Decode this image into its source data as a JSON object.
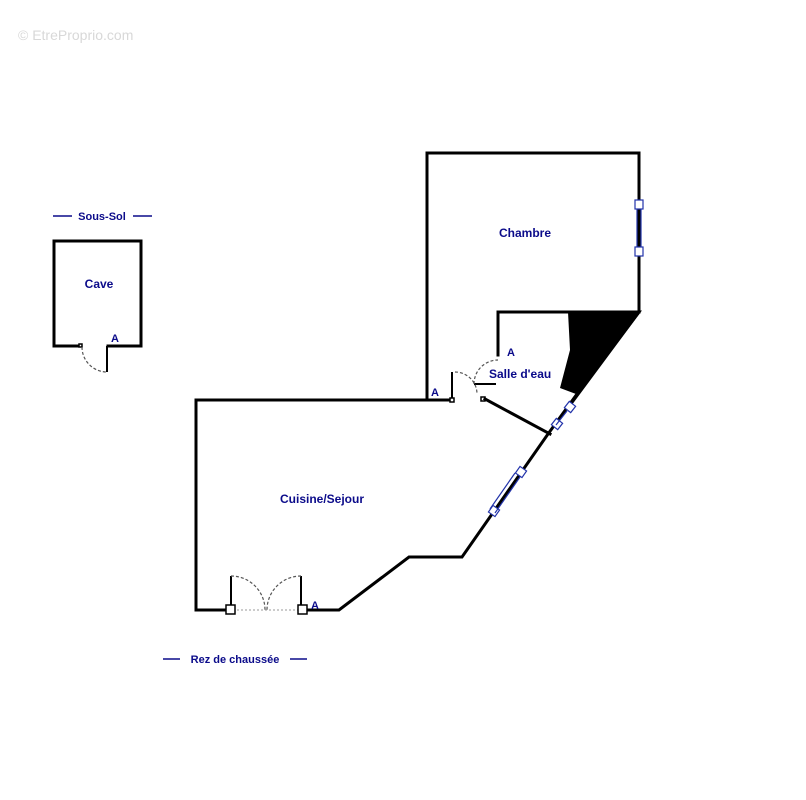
{
  "watermark": "© EtreProprio.com",
  "levels": {
    "basement": "Sous-Sol",
    "ground": "Rez de chaussée"
  },
  "rooms": {
    "cave": "Cave",
    "chambre": "Chambre",
    "salle_eau": "Salle d'eau",
    "cuisine_sejour": "Cuisine/Sejour"
  },
  "door_marks": {
    "cave": "A",
    "salle_eau": "A",
    "chambre": "A",
    "entrance": "A"
  },
  "colors": {
    "label": "#0b0b8a",
    "walls": "#000000",
    "windows": "#2233aa"
  }
}
